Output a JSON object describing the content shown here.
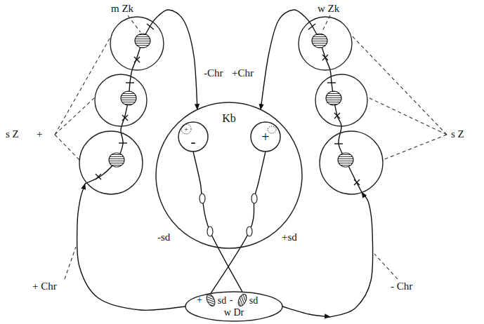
{
  "diagram": {
    "nodes": [
      {
        "text": [
          "Kb"
        ]
      },
      {
        "text": [
          "+",
          "-"
        ],
        "in": 0
      },
      {
        "text": [
          "+"
        ],
        "in": 0
      },
      {
        "text": [
          "+",
          "sd",
          "-",
          "sd",
          "w Dr"
        ]
      }
    ],
    "edges": [
      {
        "from": 3,
        "to": 0,
        "arrow": "to"
      },
      {
        "from": 3,
        "to": 0,
        "arrow": "to"
      },
      {
        "from": 1,
        "to": 3,
        "arrow": "none"
      },
      {
        "from": 2,
        "to": 3,
        "arrow": "none"
      }
    ],
    "labels": [
      "m Zk",
      "w Zk",
      "-Chr",
      "+Chr",
      "s Z",
      "+",
      "s Z",
      "-sd",
      "+sd",
      "+ Chr",
      "- Chr"
    ]
  }
}
